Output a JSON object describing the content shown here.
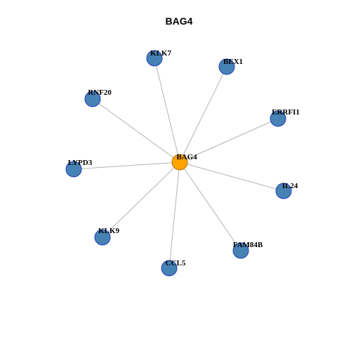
{
  "title": "BAG4",
  "colors": {
    "hub_fill": "#FFA500",
    "node_fill": "#4682B4",
    "edge": "#B3B3B3"
  },
  "network": {
    "hub": "BAG4",
    "nodes": [
      "BAG4",
      "KLK7",
      "BEX1",
      "RNF20",
      "ERRFI1",
      "LYPD3",
      "IL24",
      "KLK9",
      "FAM84B",
      "CCL5"
    ],
    "edges": [
      [
        "BAG4",
        "KLK7"
      ],
      [
        "BAG4",
        "BEX1"
      ],
      [
        "BAG4",
        "RNF20"
      ],
      [
        "BAG4",
        "ERRFI1"
      ],
      [
        "BAG4",
        "LYPD3"
      ],
      [
        "BAG4",
        "IL24"
      ],
      [
        "BAG4",
        "KLK9"
      ],
      [
        "BAG4",
        "FAM84B"
      ],
      [
        "BAG4",
        "CCL5"
      ]
    ]
  }
}
